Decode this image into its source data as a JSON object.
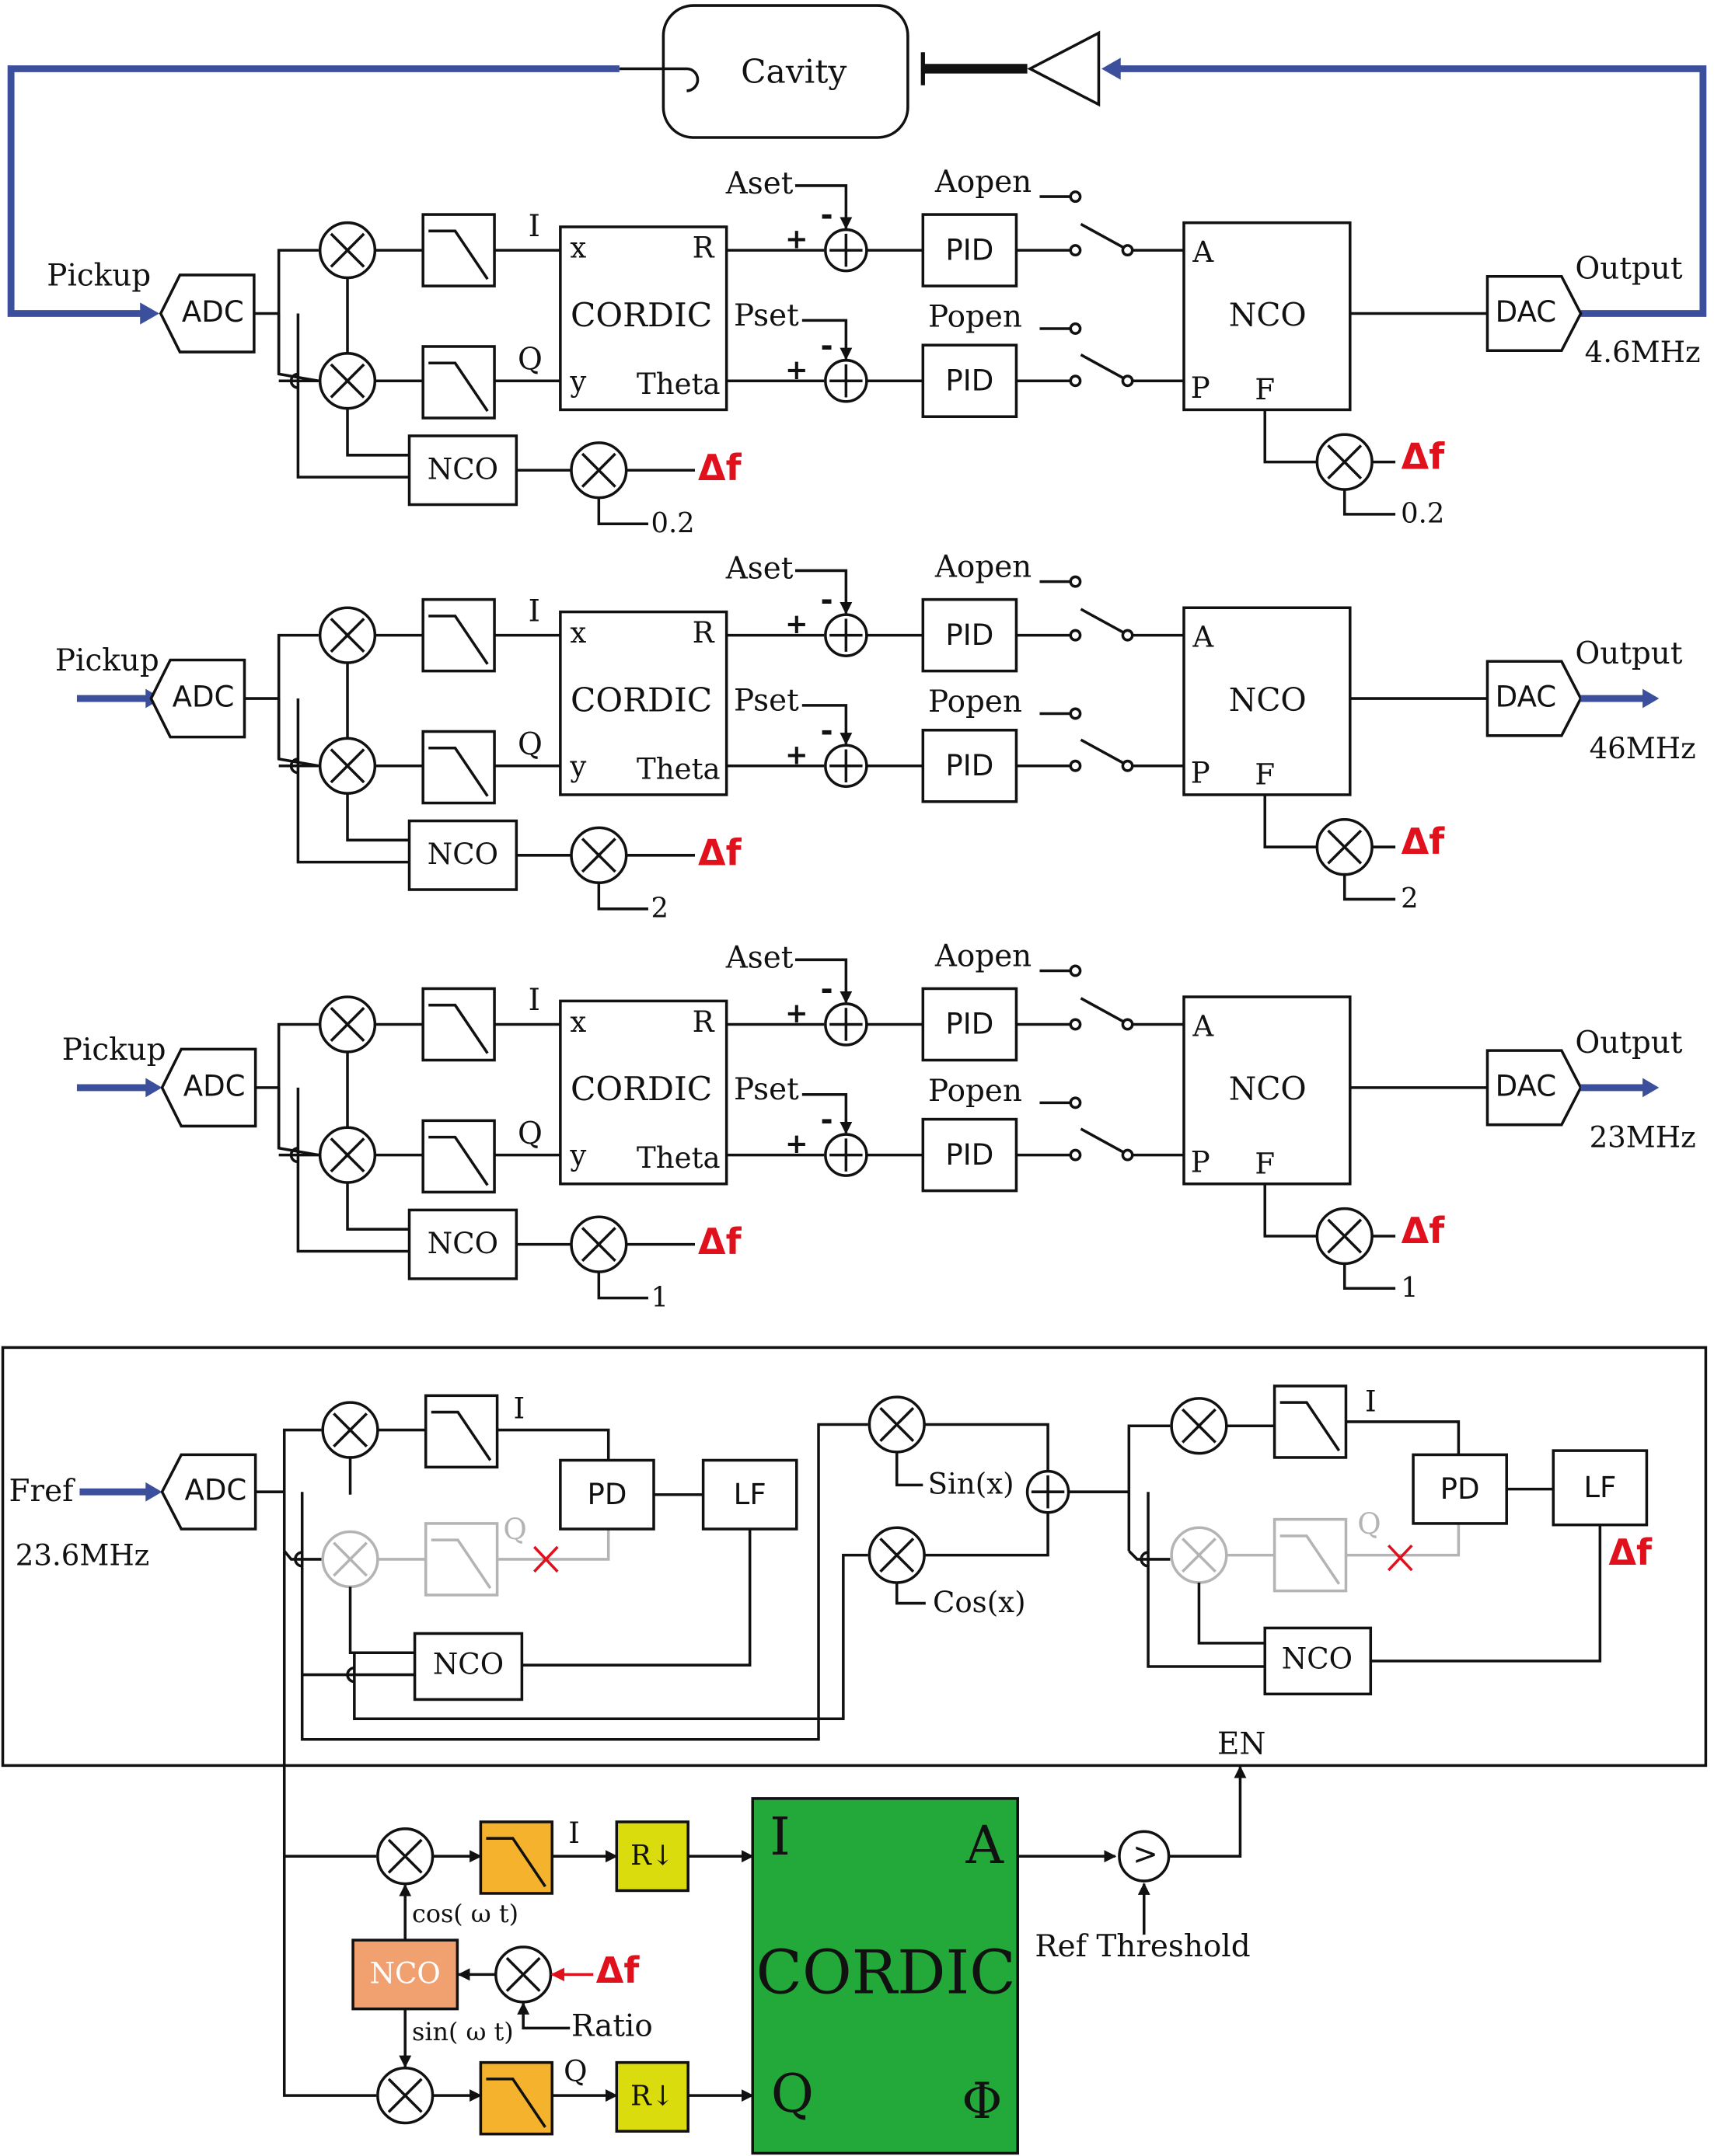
{
  "chains": [
    {
      "pickup": "Pickup",
      "adc": "ADC",
      "i": "I",
      "q": "Q",
      "cordic": {
        "x": "x",
        "y": "y",
        "r": "R",
        "theta": "Theta",
        "title": "CORDIC"
      },
      "aset": "Aset",
      "pset": "Pset",
      "plus": "+",
      "minus": "-",
      "pid": "PID",
      "aopen": "Aopen",
      "popen": "Popen",
      "nco": "NCO",
      "nco_a": "A",
      "nco_p": "P",
      "nco_f": "F",
      "dac": "DAC",
      "output": "Output",
      "freq": "4.6MHz",
      "df": "Δf",
      "factor": "0.2"
    },
    {
      "pickup": "Pickup",
      "adc": "ADC",
      "i": "I",
      "q": "Q",
      "cordic": {
        "x": "x",
        "y": "y",
        "r": "R",
        "theta": "Theta",
        "title": "CORDIC"
      },
      "aset": "Aset",
      "pset": "Pset",
      "plus": "+",
      "minus": "-",
      "pid": "PID",
      "aopen": "Aopen",
      "popen": "Popen",
      "nco": "NCO",
      "nco_a": "A",
      "nco_p": "P",
      "nco_f": "F",
      "dac": "DAC",
      "output": "Output",
      "freq": "46MHz",
      "df": "Δf",
      "factor": "2"
    },
    {
      "pickup": "Pickup",
      "adc": "ADC",
      "i": "I",
      "q": "Q",
      "cordic": {
        "x": "x",
        "y": "y",
        "r": "R",
        "theta": "Theta",
        "title": "CORDIC"
      },
      "aset": "Aset",
      "pset": "Pset",
      "plus": "+",
      "minus": "-",
      "pid": "PID",
      "aopen": "Aopen",
      "popen": "Popen",
      "nco": "NCO",
      "nco_a": "A",
      "nco_p": "P",
      "nco_f": "F",
      "dac": "DAC",
      "output": "Output",
      "freq": "23MHz",
      "df": "Δf",
      "factor": "1"
    }
  ],
  "cavity": "Cavity",
  "pll": {
    "fref": "Fref",
    "freq": "23.6MHz",
    "adc": "ADC",
    "i": "I",
    "q": "Q",
    "pd": "PD",
    "lf": "LF",
    "nco": "NCO",
    "sin": "Sin(x)",
    "cos": "Cos(x)",
    "df": "Δf"
  },
  "detector": {
    "i": "I",
    "q": "Q",
    "rdown": "R↓",
    "nco": "NCO",
    "cos": "cos( ω t)",
    "sin": "sin( ω t)",
    "df": "Δf",
    "ratio": "Ratio",
    "cordic": {
      "title": "CORDIC",
      "i": "I",
      "q": "Q",
      "a": "A",
      "phi": "Φ"
    },
    "cmp": ">",
    "ref": "Ref Threshold",
    "en": "EN"
  },
  "colors": {
    "line": "#111111",
    "arrow_blue": "#3b4f9c",
    "delta_red": "#e0101c",
    "gray": "#b4b4b4",
    "lpf_orange": "#f4b22d",
    "rdown_yellow": "#dadc0e",
    "nco_orange": "#f1a070",
    "cordic_green": "#22a93a"
  }
}
